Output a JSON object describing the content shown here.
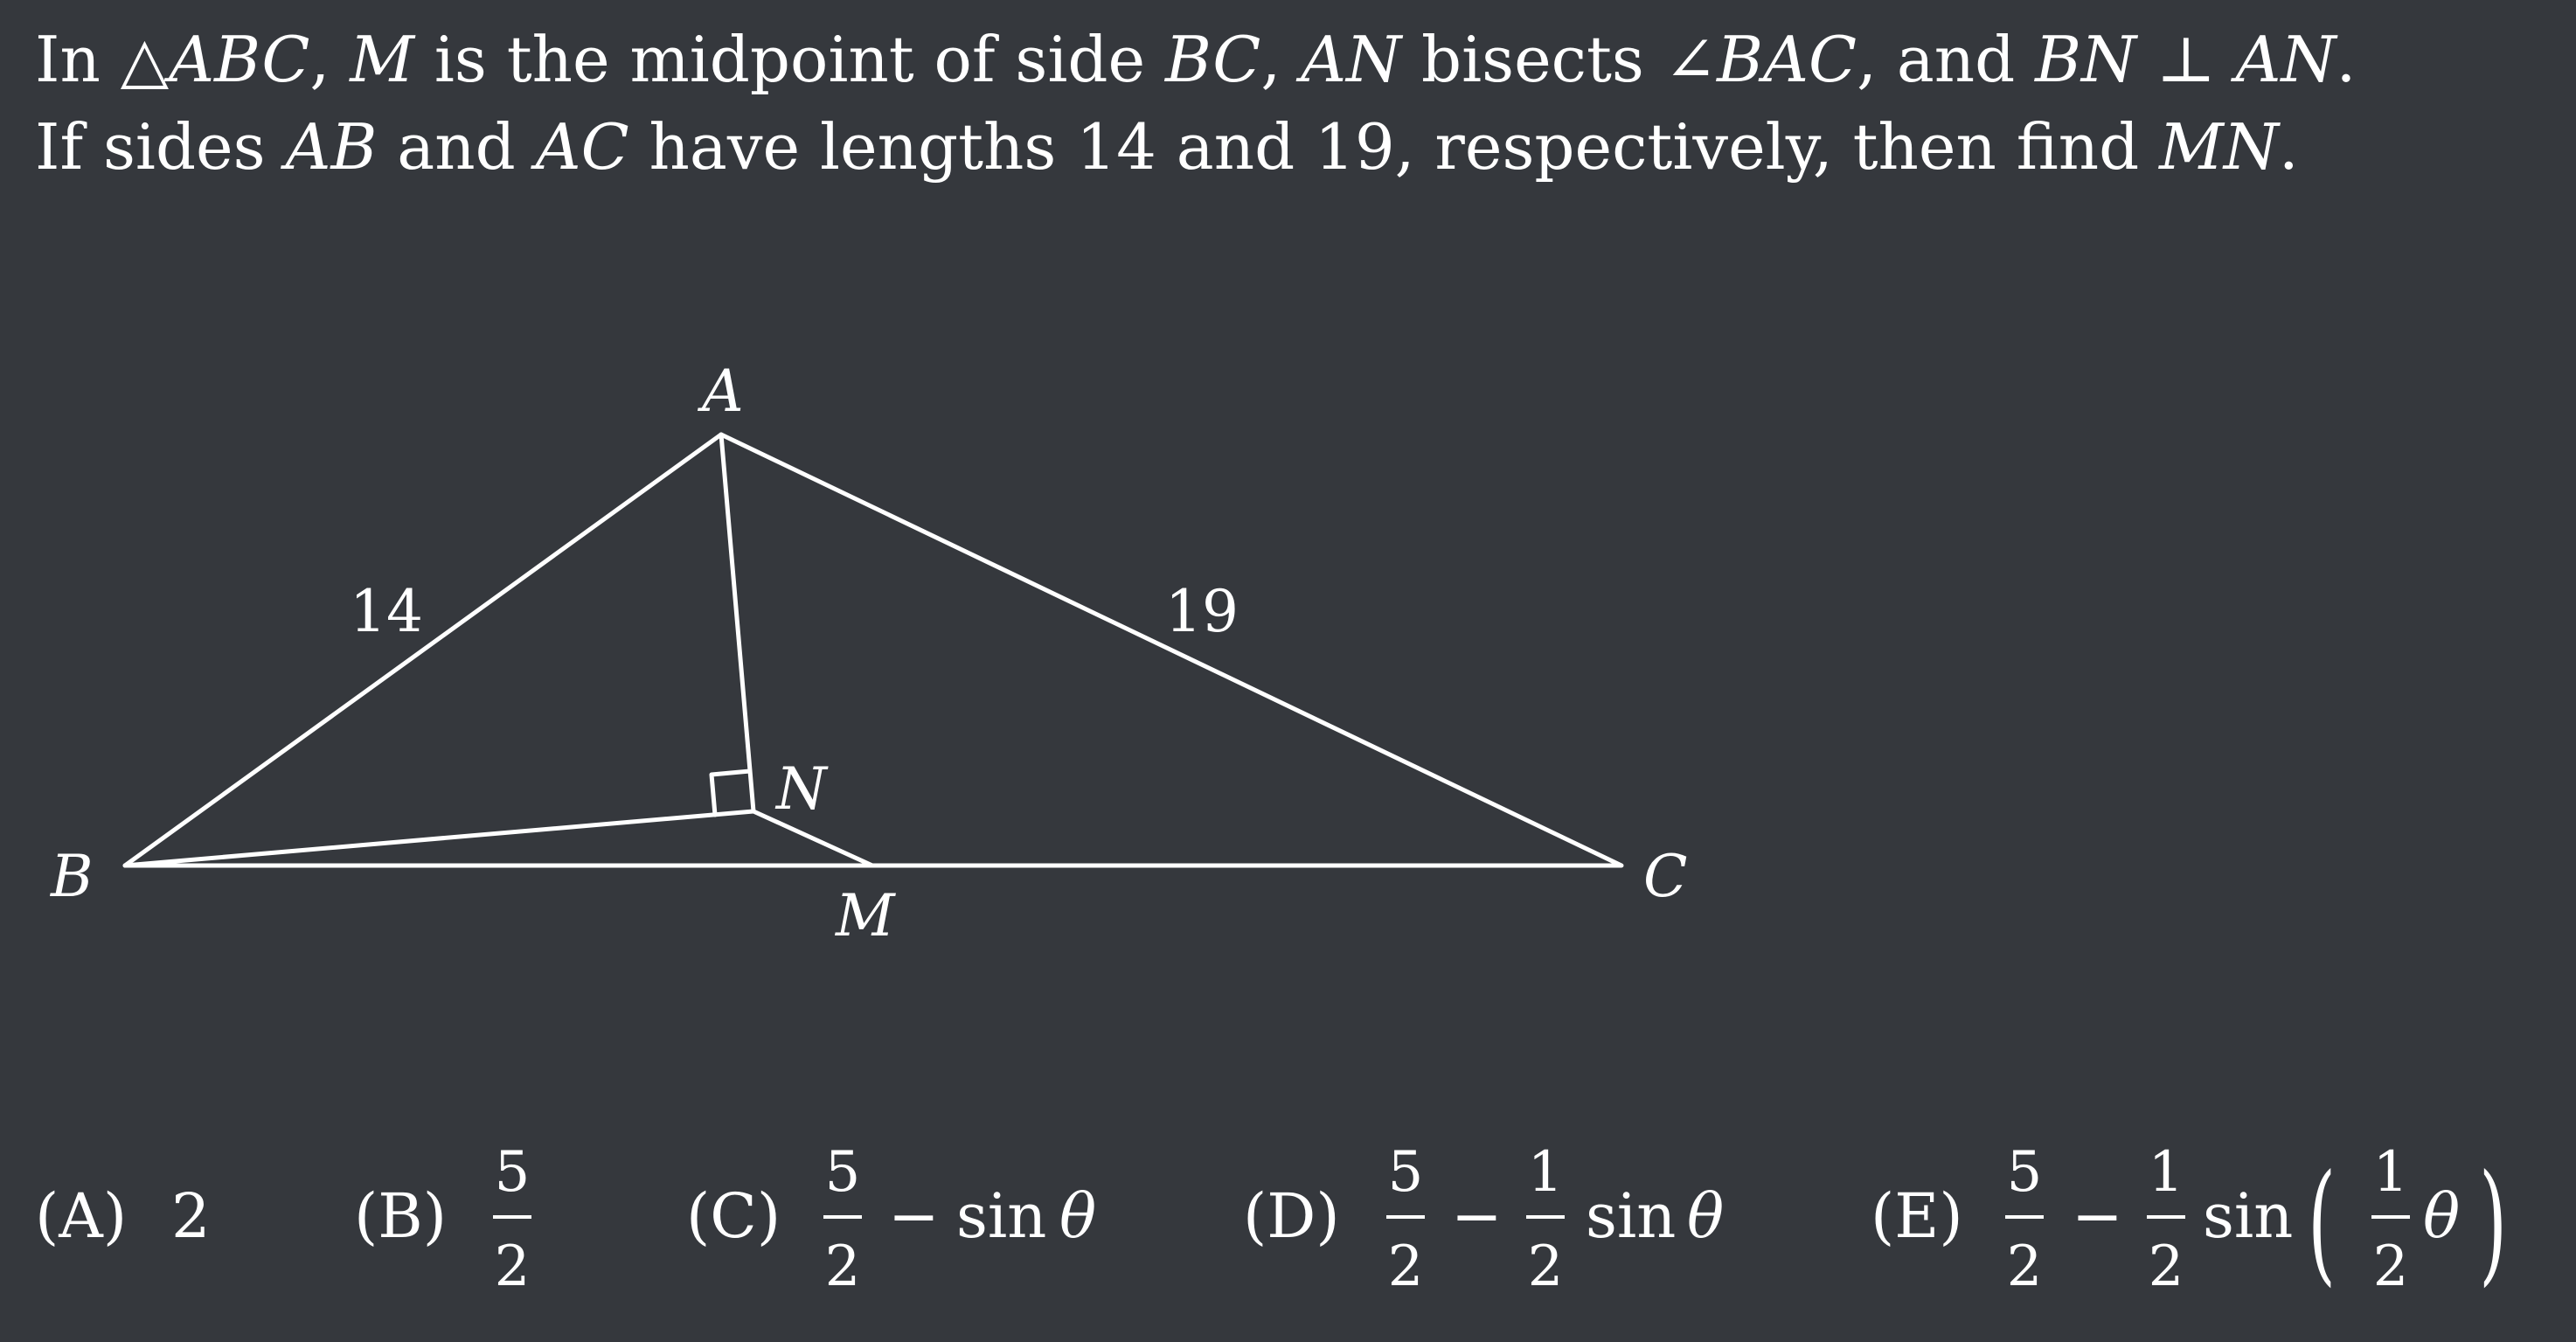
{
  "problem": {
    "line1": [
      {
        "t": "In ",
        "it": false
      },
      {
        "t": "△",
        "it": false
      },
      {
        "t": "ABC",
        "it": true
      },
      {
        "t": ", ",
        "it": false
      },
      {
        "t": "M",
        "it": true
      },
      {
        "t": " is the midpoint of side ",
        "it": false
      },
      {
        "t": "BC",
        "it": true
      },
      {
        "t": ", ",
        "it": false
      },
      {
        "t": "AN",
        "it": true
      },
      {
        "t": " bisects ",
        "it": false
      },
      {
        "t": "∠",
        "it": false
      },
      {
        "t": "BAC",
        "it": true
      },
      {
        "t": ", and ",
        "it": false
      },
      {
        "t": "BN",
        "it": true
      },
      {
        "t": " ⊥ ",
        "it": false
      },
      {
        "t": "AN",
        "it": true
      },
      {
        "t": ".",
        "it": false
      }
    ],
    "line2": [
      {
        "t": "If sides ",
        "it": false
      },
      {
        "t": "AB",
        "it": true
      },
      {
        "t": " and ",
        "it": false
      },
      {
        "t": "AC",
        "it": true
      },
      {
        "t": " have lengths 14 and 19, respectively, then find ",
        "it": false
      },
      {
        "t": "MN",
        "it": true
      },
      {
        "t": ".",
        "it": false
      }
    ]
  },
  "diagram": {
    "labels": {
      "A": "A",
      "B": "B",
      "C": "C",
      "M": "M",
      "N": "N",
      "ab_length": "14",
      "ac_length": "19"
    },
    "colors": {
      "stroke": "#ffffff",
      "background": "#35383d"
    }
  },
  "choices": {
    "A": {
      "label": "(A)",
      "value": "2"
    },
    "B": {
      "label": "(B)",
      "frac_num": "5",
      "frac_den": "2"
    },
    "C": {
      "label": "(C)",
      "frac_num": "5",
      "frac_den": "2",
      "minus": "−",
      "func": "sin",
      "var": "θ"
    },
    "D": {
      "label": "(D)",
      "frac_num": "5",
      "frac_den": "2",
      "minus": "−",
      "frac2_num": "1",
      "frac2_den": "2",
      "func": "sin",
      "var": "θ"
    },
    "E": {
      "label": "(E)",
      "frac_num": "5",
      "frac_den": "2",
      "minus": "−",
      "frac2_num": "1",
      "frac2_den": "2",
      "func": "sin",
      "lparen": "(",
      "frac3_num": "1",
      "frac3_den": "2",
      "var": "θ",
      "rparen": ")"
    }
  }
}
